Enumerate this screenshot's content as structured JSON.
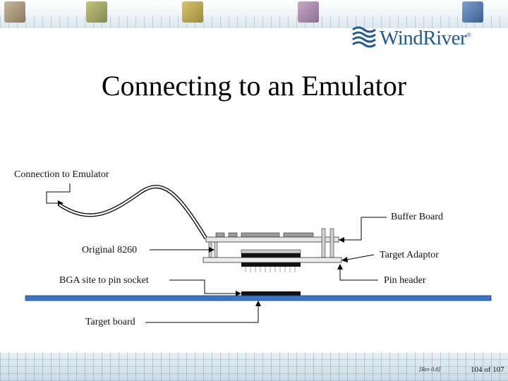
{
  "slide": {
    "title": "Connecting to an Emulator",
    "logo_text": "WindRiver",
    "logo_mark": "®"
  },
  "labels": {
    "connection": "Connection to Emulator",
    "buffer_board": "Buffer Board",
    "original": "Original 8260",
    "target_adaptor": "Target Adaptor",
    "bga_site": "BGA site to pin socket",
    "pin_header": "Pin header",
    "target_board": "Target board"
  },
  "footer": {
    "revision": "[Rev 0.8]",
    "page": "104 of 107"
  },
  "colors": {
    "brand_blue": "#1f5a92",
    "target_board": "#3b73c9"
  }
}
